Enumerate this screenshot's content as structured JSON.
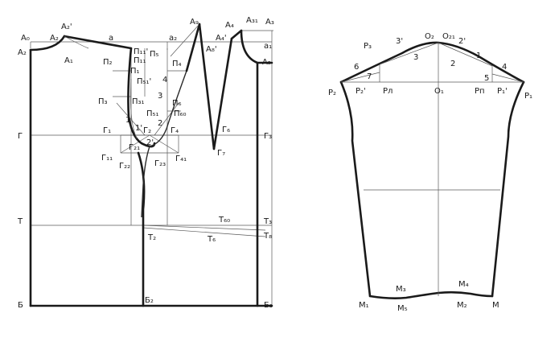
{
  "bodice_labels": {
    "A0": "A₀",
    "A2_left": "A₂",
    "A2_prime": "A₂'",
    "A2_inner": "A₂",
    "a_top": "a",
    "A1": "A₁",
    "P11p": "П₁₁'",
    "P11": "П₁₁",
    "P1": "П₁",
    "P51p": "П₅₁'",
    "P2": "П₂",
    "P3": "П₃",
    "P31": "П₃₁",
    "a2": "a₂",
    "P5": "П₅",
    "P4": "П₄",
    "n4": "4",
    "n3": "3",
    "P6": "П₆",
    "P51": "П₅₁",
    "P60": "П₆₀",
    "n1": "1",
    "n1p": "1'",
    "n2": "2",
    "n2p": "2'",
    "G1": "Г₁",
    "G2": "Г₂",
    "G4": "Г₄",
    "G21": "Г₂₁",
    "G11": "Г₁₁",
    "G22": "Г₂₂",
    "G23": "Г₂₃",
    "G41": "Г₄₁",
    "A9": "A₉",
    "A4": "A₄",
    "A4p": "A₄'",
    "A8p": "A₈'",
    "A31": "A₃₁",
    "A3": "A₃",
    "a1": "a₁",
    "A5": "A₅",
    "G_left": "Г",
    "G6": "Г₆",
    "G7": "Г₇",
    "G3": "Г₃",
    "T_left": "T",
    "T60": "T₆₀",
    "T3": "T₃",
    "T2": "T₂",
    "T6": "T₆",
    "T8": "T₈",
    "B_left": "Б",
    "B2": "Б₂",
    "B3": "Б₃"
  },
  "sleeve_labels": {
    "O2": "O₂",
    "O21": "O₂₁",
    "P3": "P₃",
    "n3p": "3'",
    "n2p": "2'",
    "n3": "3",
    "n1": "1",
    "n2": "2",
    "n6": "6",
    "n4": "4",
    "n7": "7",
    "n5": "5",
    "P2": "P₂",
    "P2p": "P₂'",
    "Pl": "Pл",
    "O1": "O₁",
    "Pp": "Pп",
    "P1p": "P₁'",
    "P1": "P₁",
    "M1": "M₁",
    "M3": "M₃",
    "M5": "M₅",
    "M4": "M₄",
    "M2": "M₂",
    "M": "M"
  }
}
